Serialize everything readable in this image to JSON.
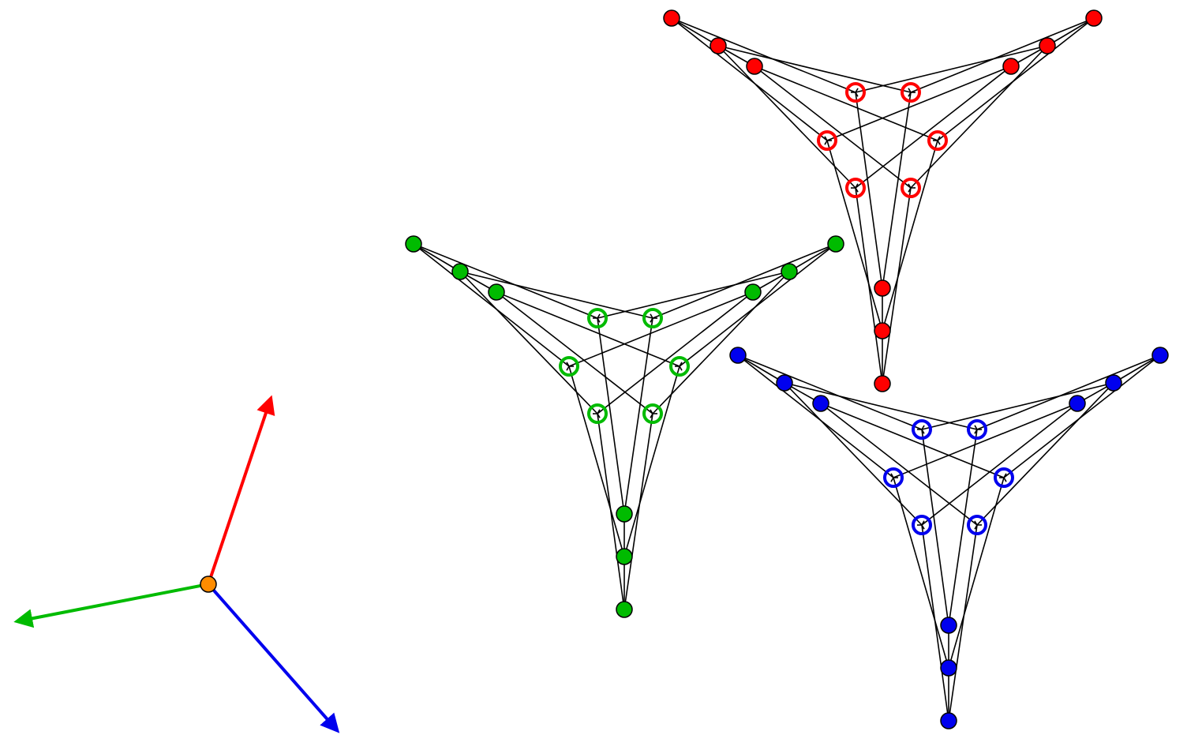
{
  "colors": {
    "background": "#ffffff",
    "edge": "#000000",
    "red": "#ff0000",
    "green": "#00bb00",
    "blue": "#0000ee",
    "origin": "#ff8c00"
  },
  "axes": [
    {
      "id": "red-axis",
      "color_key": "red"
    },
    {
      "id": "green-axis",
      "color_key": "green"
    },
    {
      "id": "blue-axis",
      "color_key": "blue"
    }
  ],
  "graphs": [
    {
      "id": "red-graph",
      "color_key": "red"
    },
    {
      "id": "green-graph",
      "color_key": "green"
    },
    {
      "id": "blue-graph",
      "color_key": "blue"
    }
  ],
  "legend": {
    "outer_nodes": "filled",
    "inner_nodes": "ring"
  }
}
